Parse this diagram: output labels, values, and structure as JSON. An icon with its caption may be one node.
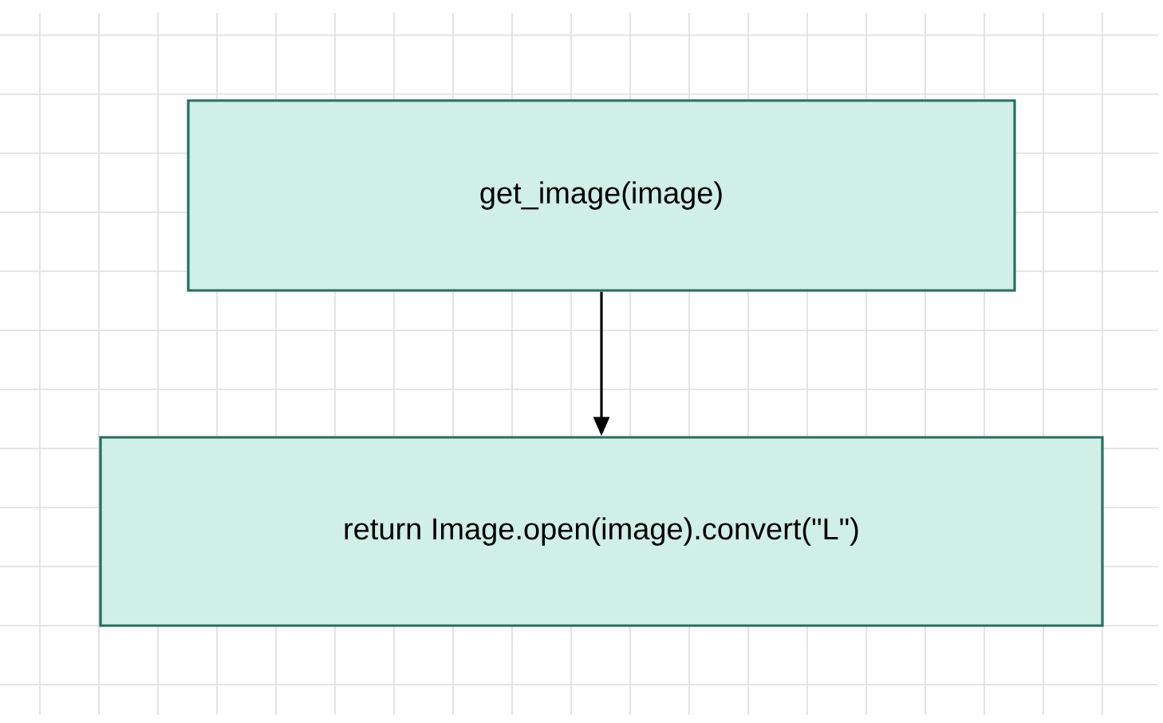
{
  "diagram": {
    "nodes": [
      {
        "text": [
          "get_image(image)"
        ]
      },
      {
        "text": [
          "return Image.open(image).convert(\"L\")"
        ]
      }
    ],
    "edges": [
      {
        "from": 0,
        "to": 1,
        "arrow": "to"
      }
    ]
  }
}
